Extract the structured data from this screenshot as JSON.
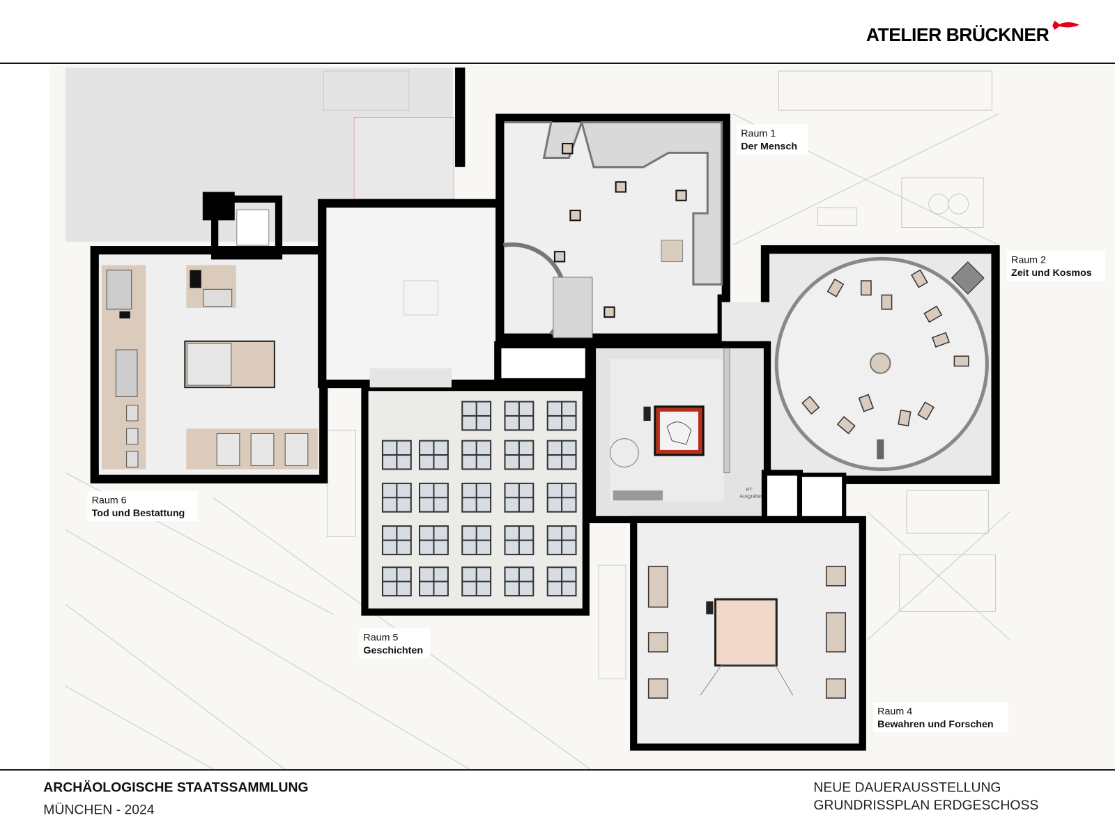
{
  "header": {
    "brand": "ATELIER BRÜCKNER",
    "brand_color": "#e2001a"
  },
  "rooms": [
    {
      "number": "Raum 1",
      "name": "Der Mensch"
    },
    {
      "number": "Raum 2",
      "name": "Zeit und Kosmos"
    },
    {
      "number": "Raum 4",
      "name": "Bewahren und Forschen"
    },
    {
      "number": "Raum 5",
      "name": "Geschichten"
    },
    {
      "number": "Raum 6",
      "name": "Tod und Bestattung"
    }
  ],
  "plan_notes": {
    "rt": "RT",
    "ausgraben": "Ausgraben"
  },
  "footer": {
    "institution": "ARCHÄOLOGISCHE STAATSSAMMLUNG",
    "place_year": "MÜNCHEN - 2024",
    "project": "NEUE DAUERAUSSTELLUNG",
    "plan_title": "GRUNDRISSPLAN ERDGESCHOSS"
  },
  "colors": {
    "wall": "#000000",
    "floor": "#efefef",
    "showcase": "#d9cbbd",
    "background": "#f7f6f2"
  }
}
